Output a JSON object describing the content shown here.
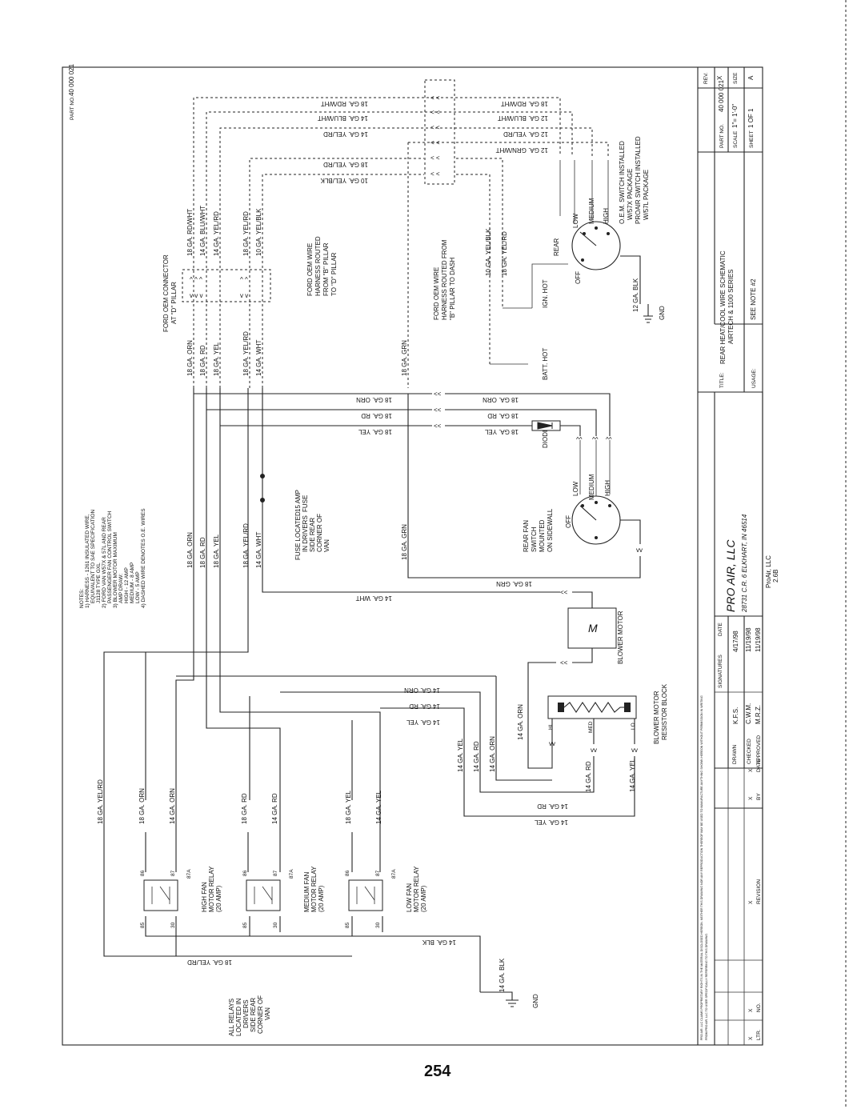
{
  "title_block": {
    "part_no_label": "PART NO.",
    "part_no": "40 000 021",
    "rev_label": "REV.",
    "rev": "X",
    "size_label": "SIZE",
    "size": "A",
    "scale_label": "SCALE",
    "scale": "1\"= 1'-0\"",
    "sheet_label": "SHEET",
    "sheet": "1  OF  1",
    "title_label": "TITLE:",
    "title_line1": "REAR HEAT/COOL WIRE SCHEMATIC",
    "title_line2": "AIRTECH & 1100 SERIES",
    "usage_label": "USAGE:",
    "usage": "SEE NOTE #2",
    "company": "PRO AIR, LLC",
    "address": "28731 C.R. 6  ELKHART, IN 46514",
    "footer_company": "ProAir, LLC",
    "footer_code": "2.6B",
    "signatures_label": "SIGNATURES",
    "date_label": "DATE",
    "drawn_label": "DRAWN",
    "drawn_by": "K.F.S.",
    "drawn_date": "4/17/98",
    "checked_label": "CHECKED",
    "checked_by": "C.W.M.",
    "checked_date": "11/19/98",
    "approved_label": "APPROVED",
    "approved_by": "M.R.Z.",
    "approved_date": "11/19/98",
    "ltr_label": "LTR.",
    "no_label": "NO.",
    "revision_label": "REVISION",
    "by_label": "BY",
    "x": "X",
    "disclaimer1": "PRO AIR, LLC CLAIMS PROPRIETARY RIGHTS IN THE MATERIAL DISCLOSED HEREON. NEITHER THIS DRAWING NOR ANY REPRODUCTION THEREOF MAY BE USED TO MANUFACTURE ANYTHING SHOWN HEREON WITHOUT PERMISSION IN WRITING",
    "disclaimer2": "FROM PRO AIR, LLC TO USER SPECIFICALLY REFERRING TO THIS DRAWING."
  },
  "page_number": "254",
  "notes": [
    "NOTES:",
    "1) HARNESS - 1261 INSULATED WIRE,",
    "EQUIVALENT TO SAE SPECIFICATION",
    "J1128 TYPE GXL",
    "2) FORD VAN W57X & 57L AND REAR",
    "PASSENGER FAN CONTROL SWITCH",
    "3) BLOWER MOTOR MAXIMUM",
    "AMP DRAW:",
    "HIGH - 12 AMP",
    "MEDIUM - 8 AMP",
    "LOW - 5 AMP",
    "4) DASHED WIRE DENOTES O.E. WIRES"
  ],
  "labels": {
    "ford_connector": "FORD OEM CONNECTOR",
    "ford_connector_loc": "AT \"D\" PILLAR",
    "harness_b_to_d": [
      "FORD OEM WIRE",
      "HARNESS ROUTED",
      "FROM \"B\" PILLAR",
      "TO \"D\" PILLAR"
    ],
    "harness_b_to_dash": [
      "FORD OEM WIRE",
      "HARNESS ROUTED FROM",
      "\"B\" PILLAR TO DASH"
    ],
    "oem_switch": [
      "O.E.M. SWITCH INSTALLED",
      "W/57X PACKAGE",
      "PROAIR SWITCH INSTALLED",
      "W/57L PACKAGE"
    ],
    "rear_fan_switch": [
      "REAR FAN",
      "SWITCH",
      "MOUNTED",
      "ON SIDEWALL"
    ],
    "fuse": [
      "15 AMP",
      "FUSE",
      "FUSE LOCATED",
      "IN DRIVERS",
      "SIDE REAR",
      "CORNER OF",
      "VAN"
    ],
    "relays_loc": [
      "ALL RELAYS",
      "LOCATED IN",
      "DRIVERS",
      "SIDE REAR",
      "CORNER OF",
      "VAN"
    ],
    "high_relay": [
      "HIGH FAN",
      "MOTOR RELAY",
      "(20 AMP)"
    ],
    "med_relay": [
      "MEDIUM FAN",
      "MOTOR RELAY",
      "(20 AMP)"
    ],
    "low_relay": [
      "LOW FAN",
      "MOTOR RELAY",
      "(20 AMP)"
    ],
    "blower_motor": "BLOWER MOTOR",
    "resistor_block": [
      "BLOWER MOTOR",
      "RESISTOR BLOCK"
    ],
    "diode": "DIODE",
    "gnd": "GND",
    "ign_hot": "IGN. HOT",
    "batt_hot": "BATT. HOT",
    "rear": "REAR",
    "off": "OFF",
    "low": "LOW",
    "medium": "MEDIUM",
    "high": "HIGH",
    "motor_m": "M",
    "hi": "HI",
    "med": "MED",
    "lo": "LO",
    "pin85": "85",
    "pin86": "86",
    "pin87": "87",
    "pin87a": "87A",
    "pin30": "30"
  },
  "wires": {
    "top": [
      "18 GA. RD/WHT",
      "14 GA. BLU/WHT",
      "14 GA. YEL/RD",
      "12 GA. GRN/WHT",
      "18 GA. YEL/RD",
      "10 GA. YEL/BLK"
    ],
    "top_right": [
      "18 GA. RD/WHT",
      "12 GA. BLU/WHT",
      "12 GA. YEL/RD",
      "12 GA. GRN/WHT"
    ],
    "conn_upper": [
      "18 GA. RD/WHT",
      "14 GA. BLU/WHT",
      "14 GA. YEL/RD",
      "18 GA. YEL/RD",
      "10 GA. YEL/BLK"
    ],
    "conn_lower": [
      "18 GA. ORN",
      "18 GA. RD",
      "18 GA. YEL",
      "18 GA. YEL/RD",
      "14 GA. WHT"
    ],
    "gnd_blk": "12 GA. BLK",
    "dash_pair": [
      "10 GA. YEL/BLK",
      "18 GA. YEL/RD"
    ],
    "grn": "18 GA. GRN",
    "mid": [
      "18 GA. ORN",
      "18 GA. RD",
      "18 GA. YEL"
    ],
    "relay_in": [
      "18 GA. ORN",
      "18 GA. RD",
      "18 GA. YEL/RD",
      "14 GA. WHT"
    ],
    "wht": "14 GA. WHT",
    "res": [
      "14 GA. ORN",
      "14 GA. RD",
      "14 GA. YEL"
    ],
    "res_lower": [
      "14 GA. RD",
      "14 GA. YEL",
      "14 GA. ORN"
    ],
    "relay_out": [
      "18 GA. YEL/RD",
      "18 GA. ORN",
      "14 GA. ORN",
      "18 GA. RD",
      "14 GA. RD",
      "18 GA. YEL",
      "14 GA. YEL"
    ],
    "blk": "14 GA. BLK",
    "bottom_yelrd": "18 GA. YEL/RD"
  }
}
